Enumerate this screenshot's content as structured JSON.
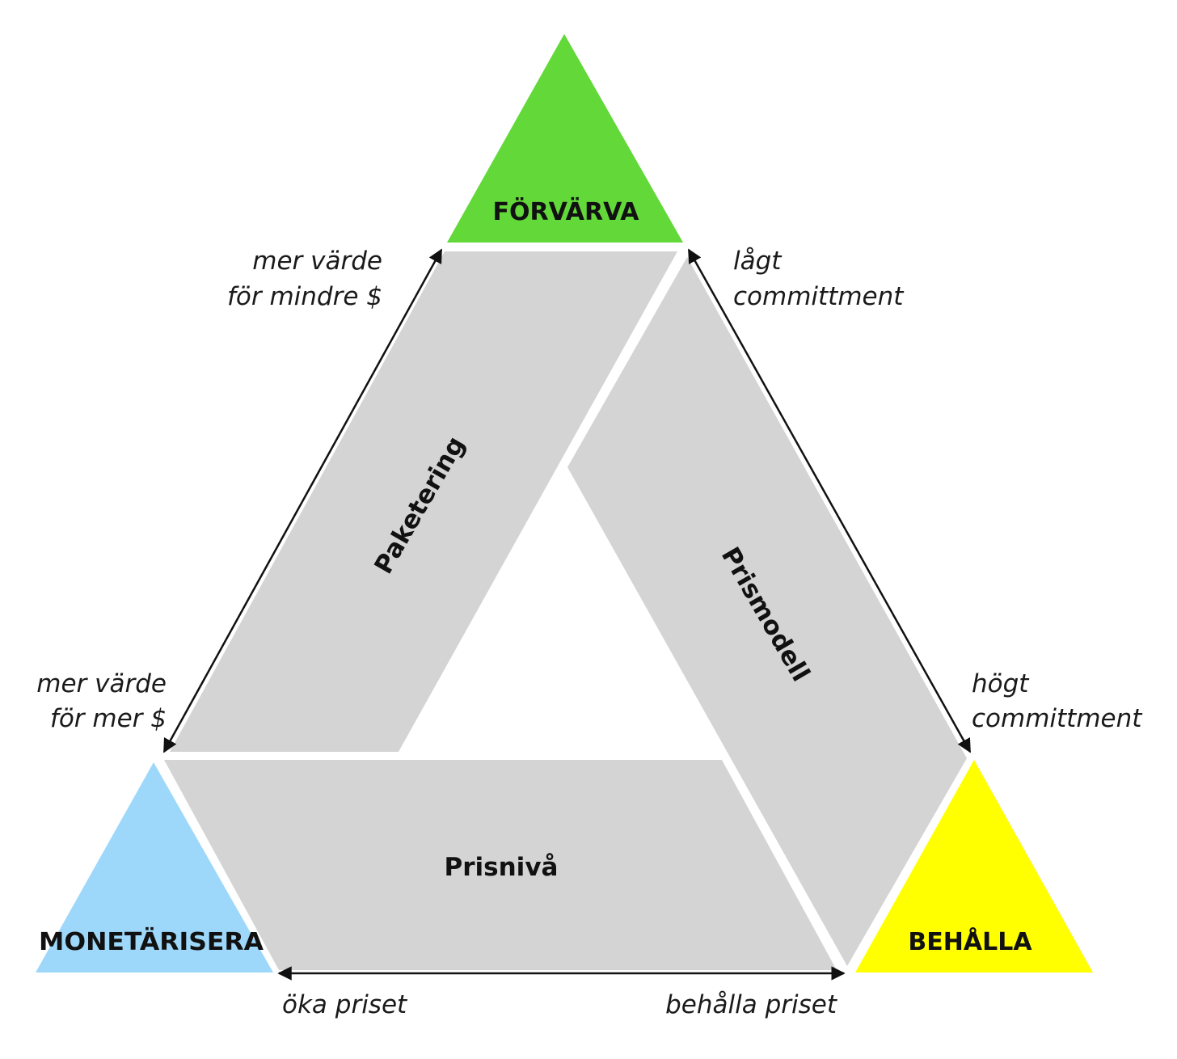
{
  "corners": {
    "top": {
      "label": "FÖRVÄRVA",
      "color": "#62d839"
    },
    "left": {
      "label": "MONETÄRISERA",
      "color": "#9dd8fb"
    },
    "right": {
      "label": "BEHÅLLA",
      "color": "#ffff00"
    }
  },
  "bands": {
    "left": {
      "label": "Paketering"
    },
    "right": {
      "label": "Prismodell"
    },
    "bottom": {
      "label": "Prisnivå"
    },
    "color": "#d4d4d4"
  },
  "annotations": {
    "left_top": [
      "mer värde",
      "för mindre $"
    ],
    "left_bottom": [
      "mer värde",
      "för mer $"
    ],
    "right_top": [
      "lågt",
      "committment"
    ],
    "right_bottom": [
      "högt",
      "committment"
    ],
    "bottom_left": "öka priset",
    "bottom_right": "behålla priset"
  }
}
